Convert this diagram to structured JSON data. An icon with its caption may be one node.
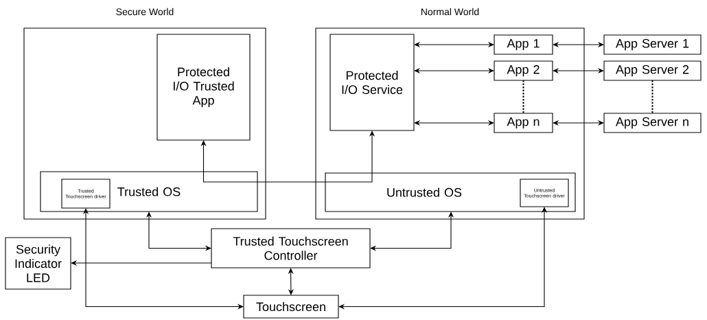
{
  "diagram": {
    "nodes": [
      {
        "text": [
          "Secure World"
        ]
      },
      {
        "text": [
          "Protected I/O Trusted App"
        ],
        "in": 0
      },
      {
        "text": [
          "Trusted OS"
        ],
        "in": 0
      },
      {
        "text": [
          "Trusted Touchscreen driver"
        ],
        "in": 2
      },
      {
        "text": [
          "Normal World"
        ]
      },
      {
        "text": [
          "Protected I/O Service"
        ],
        "in": 4
      },
      {
        "text": [
          "App 1"
        ],
        "in": 4
      },
      {
        "text": [
          "App 2"
        ],
        "in": 4
      },
      {
        "text": [
          "App n"
        ],
        "in": 4
      },
      {
        "text": [
          "App Server 1"
        ]
      },
      {
        "text": [
          "App Server 2"
        ]
      },
      {
        "text": [
          "App Server n"
        ]
      },
      {
        "text": [
          "Untrusted OS"
        ],
        "in": 4
      },
      {
        "text": [
          "Untrusted Touchscreen driver"
        ],
        "in": 12
      },
      {
        "text": [
          "Security Indicator LED"
        ]
      },
      {
        "text": [
          "Trusted Touchscreen Controller"
        ]
      },
      {
        "text": [
          "Touchscreen"
        ]
      }
    ],
    "edges": [
      {
        "from": 5,
        "to": 1,
        "arrow": "both"
      },
      {
        "from": 5,
        "to": 6,
        "arrow": "both"
      },
      {
        "from": 5,
        "to": 7,
        "arrow": "both"
      },
      {
        "from": 5,
        "to": 8,
        "arrow": "both"
      },
      {
        "from": 6,
        "to": 9,
        "arrow": "both"
      },
      {
        "from": 7,
        "to": 10,
        "arrow": "both"
      },
      {
        "from": 8,
        "to": 11,
        "arrow": "both"
      },
      {
        "from": 7,
        "to": 8,
        "arrow": "none",
        "style": "dashed"
      },
      {
        "from": 10,
        "to": 11,
        "arrow": "none",
        "style": "dashed"
      },
      {
        "from": 2,
        "to": 15,
        "arrow": "both"
      },
      {
        "from": 15,
        "to": 12,
        "arrow": "both"
      },
      {
        "from": 15,
        "to": 14,
        "arrow": "to"
      },
      {
        "from": 15,
        "to": 16,
        "arrow": "both"
      },
      {
        "from": 3,
        "to": 16,
        "arrow": "both"
      },
      {
        "from": 13,
        "to": 16,
        "arrow": "both"
      }
    ]
  }
}
